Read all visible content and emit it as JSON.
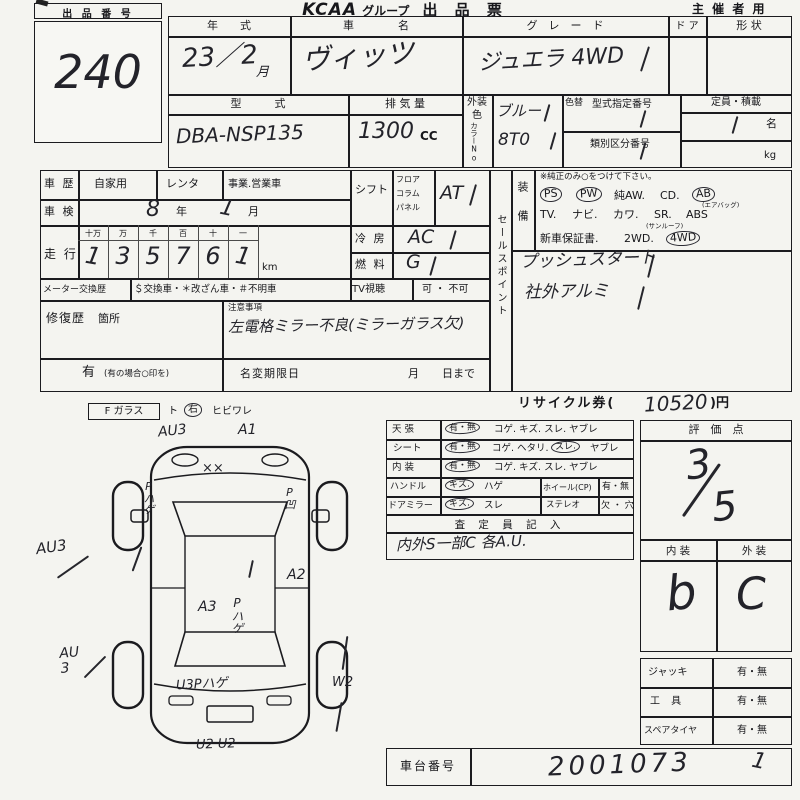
{
  "header": {
    "lot_label": "出 品 番 号",
    "brand": "KCAA",
    "group": "グループ",
    "doc_title": "出 品 票",
    "organizer": "主 催 者 用",
    "lot_number": "240"
  },
  "vehicle": {
    "year_label": "年　　式",
    "name_label": "車　　　　名",
    "grade_label": "グ　レ　ー　ド",
    "door_label": "ド ア",
    "shape_label": "形 状",
    "year_value": "23／2",
    "year_month": "月",
    "name_value": "ヴィッツ",
    "grade_value": "ジュエラ 4WD",
    "model_label": "型　　　式",
    "model_value": "DBA-NSP135",
    "disp_label": "排 気 量",
    "disp_value": "1300",
    "disp_unit": "CC",
    "color_label": "外装色",
    "color_no_label": "カラーNo",
    "color_value": "ブルー",
    "color_no_value": "8T0",
    "colorchange_label": "色替",
    "typeno_label": "型式指定番号",
    "classno_label": "類別区分番号",
    "capacity_label": "定員・積載",
    "capacity_persons": "名",
    "capacity_kg": "kg"
  },
  "history": {
    "label": "車 歴",
    "opt_private": "自家用",
    "opt_rental": "レンタ",
    "opt_business": "事業.営業車",
    "inspection_label": "車 検",
    "insp_num1": "8",
    "insp_year": "年",
    "insp_num2": "1",
    "insp_month": "月",
    "mileage_label": "走 行",
    "mileage_units": [
      "十万",
      "万",
      "千",
      "百",
      "十",
      "一"
    ],
    "mileage_digits": [
      "1",
      "3",
      "5",
      "7",
      "6",
      "1"
    ],
    "mileage_km": "km",
    "meter_label": "メーター交換歴",
    "meter_options": "＄交換車・＊改ざん車・＃不明車",
    "repair_label": "修復歴",
    "repair_sub": "箇所",
    "notes_label": "注意事項",
    "notes_value": "左電格ミラー不良(ミラーガラス欠)",
    "has_label": "有",
    "has_hint": "(有の場合○印を)",
    "rename_label": "名変期限日",
    "rename_month": "月",
    "rename_day": "日まで"
  },
  "drivetrain": {
    "shift_label": "シフト",
    "shift_opt1": "フロア",
    "shift_opt2": "コラム",
    "shift_opt3": "パネル",
    "shift_value": "AT",
    "cool_label": "冷 房",
    "cool_value": "AC",
    "fuel_label": "燃 料",
    "fuel_value": "G",
    "tv_label": "TV視聴",
    "tv_options": "可 ・ 不可"
  },
  "equipment": {
    "label": "装備",
    "note": "※純正のみ○をつけて下さい。",
    "ps": "PS",
    "pw": "PW",
    "aw": "純AW.",
    "cd": "CD.",
    "ab": "AB",
    "airbag": "(エアバッグ)",
    "tv": "TV.",
    "navi": "ナビ.",
    "leather": "カワ.",
    "sr": "SR.",
    "abs": "ABS",
    "sunroof": "(サンルーフ)",
    "warranty": "新車保証書.",
    "wd2": "2WD.",
    "wd4": "4WD"
  },
  "sales": {
    "label": "セールスポイント",
    "point1": "プッシュスタート",
    "point2": "社外アルミ"
  },
  "recycle": {
    "prefix": "リサイクル券(",
    "value": "10520",
    "suffix": ")円"
  },
  "glass": {
    "label": "F ガラス",
    "opt1": "ト",
    "opt2": "右",
    "opt3": "ヒビワレ"
  },
  "diagram": {
    "ann_front_left": "AU3",
    "ann_front": "A1",
    "ann_hood": "××",
    "ann_door_left": "Pハゲ",
    "ann_door_right": "P凹",
    "ann_side_left": "AU3",
    "ann_side_right": "A2",
    "ann_center": "A3",
    "ann_center_p": "Pハゲ",
    "ann_rear_left": "AU\n3",
    "ann_rear_center": "U3Pハゲ",
    "ann_rear_right": "W2",
    "ann_rear": "U2 U2"
  },
  "condition": {
    "r1_label": "天 張",
    "r1_first": "有・無",
    "r1_rest": "コゲ. キズ. スレ. ヤブレ",
    "r2_label": "シート",
    "r2_first": "有・無",
    "r2_a": "コゲ. ヘタリ.",
    "r2_mid": "スレ.",
    "r2_b": "ヤブレ",
    "r3_label": "内 装",
    "r3_first": "有・無",
    "r3_rest": "コゲ. キズ. スレ. ヤブレ",
    "r4_label": "ハンドル",
    "r4_first": "キズ.",
    "r4_rest": "ハゲ",
    "r4_label2": "ホイール(CP)",
    "r4_opts2": "有・無",
    "r5_label": "ドアミラー",
    "r5_first": "キズ.",
    "r5_rest": "スレ",
    "r5_label2": "ステレオ",
    "r5_opts2": "欠 ・ 穴"
  },
  "assessor": {
    "header": "査 定 員 記 入",
    "note": "内外S一部C 各A.U."
  },
  "rating": {
    "score_label": "評　価　点",
    "score_d1": "3",
    "score_d2": "5",
    "interior_label": "内 装",
    "exterior_label": "外 装",
    "interior_value": "b",
    "exterior_value": "C"
  },
  "accessories": {
    "jack_label": "ジャッキ",
    "jack_opts": "有・無",
    "tool_label": "工 具",
    "tool_opts": "有・無",
    "spare_label": "スペアタイヤ",
    "spare_opts": "有・無"
  },
  "chassis": {
    "label": "車台番号",
    "value": "2001073",
    "extra": "1"
  }
}
